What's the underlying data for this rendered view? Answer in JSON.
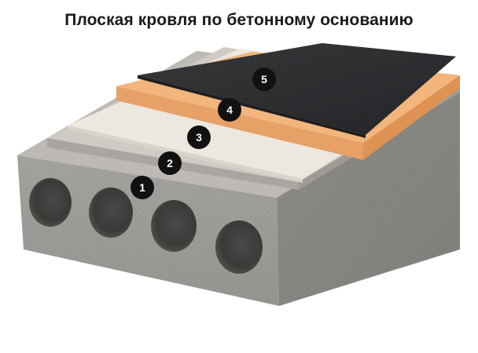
{
  "title": "Плоская кровля по бетонному основанию",
  "markers": [
    "1",
    "2",
    "3",
    "4",
    "5"
  ],
  "colors": {
    "concrete": "#a9a7a3",
    "screed": "#cfcbc4",
    "primer": "#ece8e0",
    "insulation": "#eca466",
    "membrane": "#2e2f31",
    "marker": "#111111"
  }
}
